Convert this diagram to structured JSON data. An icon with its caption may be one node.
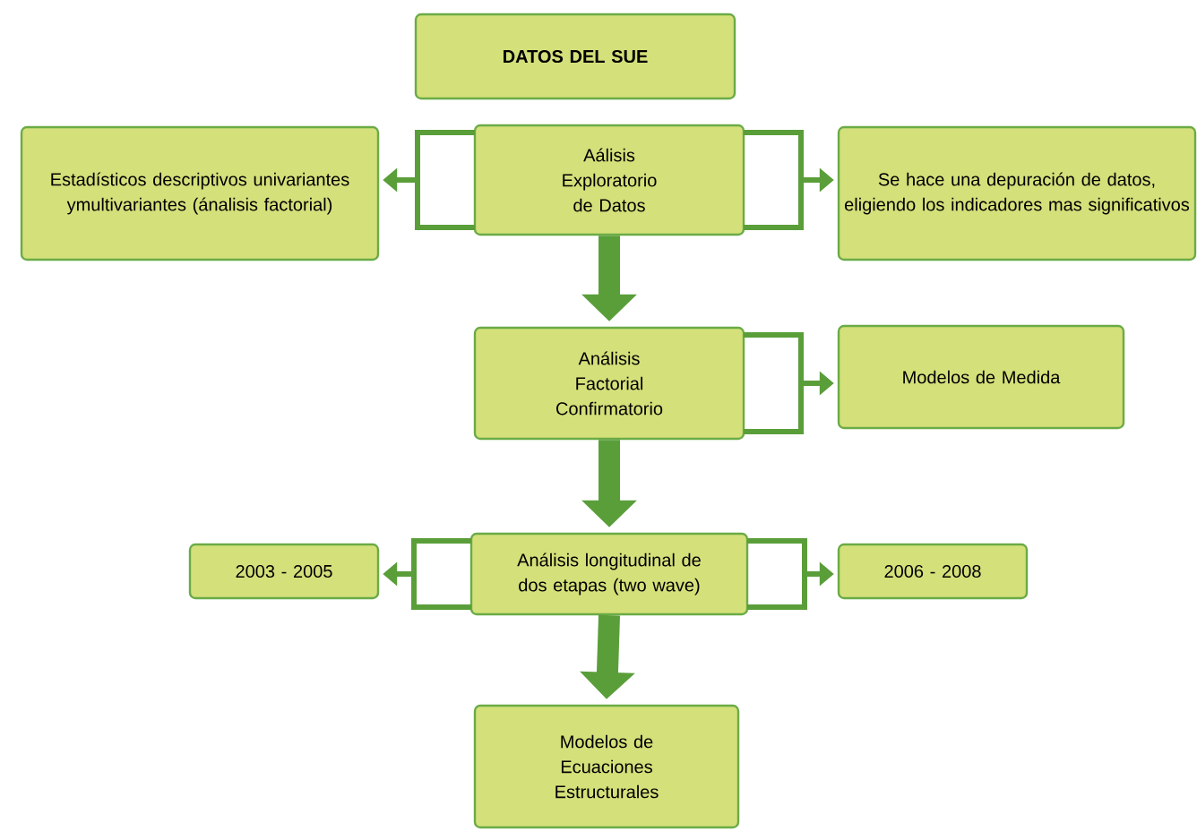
{
  "diagram": {
    "nodes": [
      {
        "text": [
          "DATOS DEL SUE"
        ]
      },
      {
        "text": [
          "Estadísticos descriptivos univariantes ymultivariantes (ánalisis factorial)"
        ]
      },
      {
        "text": [
          "Aálisis Exploratorio de Datos"
        ]
      },
      {
        "text": [
          "Se hace una depuración de datos, eligiendo los indicadores mas significativos"
        ]
      },
      {
        "text": [
          "Análisis Factorial Confirmatorio"
        ]
      },
      {
        "text": [
          "Modelos de Medida"
        ]
      },
      {
        "text": [
          "2003 - 2005"
        ]
      },
      {
        "text": [
          "Análisis longitudinal de dos etapas (two wave)"
        ]
      },
      {
        "text": [
          "2006 - 2008"
        ]
      },
      {
        "text": [
          "Modelos de Ecuaciones Estructurales"
        ]
      }
    ],
    "edges": [
      {
        "from": 2,
        "to": 1,
        "arrow": "to"
      },
      {
        "from": 2,
        "to": 3,
        "arrow": "to"
      },
      {
        "from": 2,
        "to": 4,
        "arrow": "to",
        "style": "thick"
      },
      {
        "from": 4,
        "to": 5,
        "arrow": "to"
      },
      {
        "from": 4,
        "to": 7,
        "arrow": "to",
        "style": "thick"
      },
      {
        "from": 7,
        "to": 6,
        "arrow": "to"
      },
      {
        "from": 7,
        "to": 8,
        "arrow": "to"
      },
      {
        "from": 7,
        "to": 9,
        "arrow": "to",
        "style": "thick"
      }
    ]
  }
}
